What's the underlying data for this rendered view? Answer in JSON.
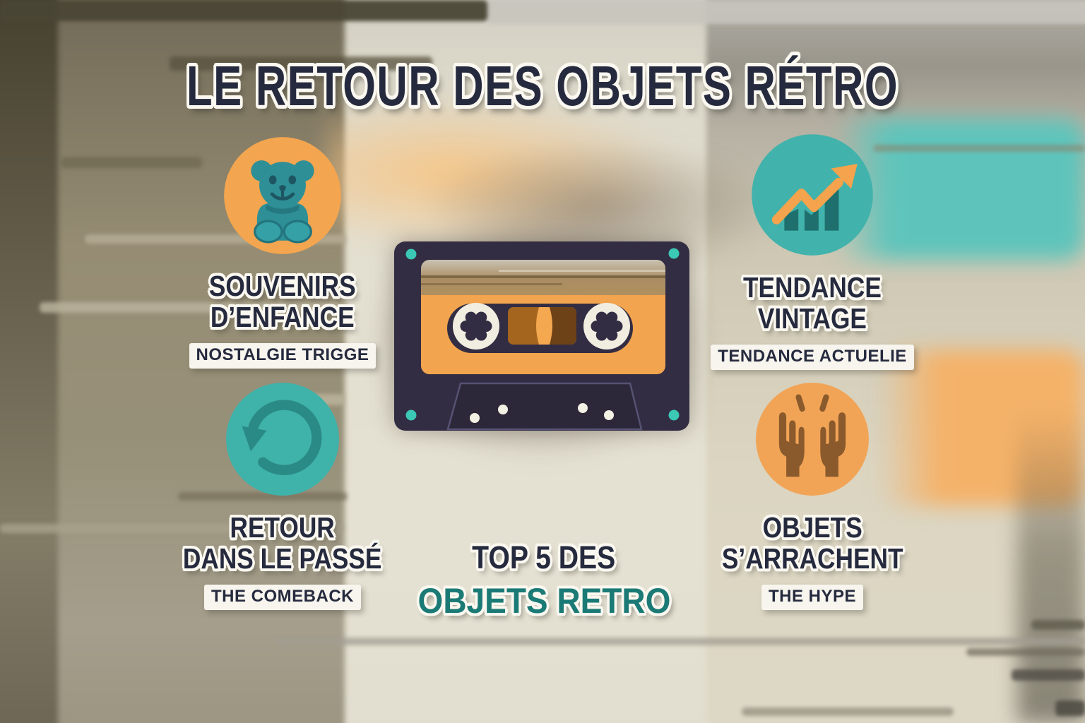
{
  "title": "LE RETOUR DES OBJETS RÉTRO",
  "center": {
    "illustration": "retro-cassette-tape"
  },
  "features": [
    {
      "id": "souvenirs",
      "icon": "teddy-bear-icon",
      "circle_color": "#F3A54F",
      "title_line1": "SOUVENIRS",
      "title_line2": "D’ENFANCE",
      "subtitle": "NOSTALGIE TRIGGE"
    },
    {
      "id": "tendance",
      "icon": "trend-chart-icon",
      "circle_color": "#41B3AC",
      "title_line1": "TENDANCE",
      "title_line2": "VINTAGE",
      "subtitle": "TENDANCE ACTUELIE"
    },
    {
      "id": "retour",
      "icon": "rotate-ccw-icon",
      "circle_color": "#3FB2AA",
      "title_line1": "RETOUR",
      "title_line2": "DANS LE PASSÉ",
      "subtitle": "THE COMEBACK"
    },
    {
      "id": "objets",
      "icon": "raised-hands-icon",
      "circle_color": "#F2A456",
      "title_line1": "OBJETS",
      "title_line2": "S’ARRACHENT",
      "subtitle": "THE HYPE"
    }
  ],
  "footer": {
    "kicker": "TOP 5 DES",
    "title": "OBJETS RETRO"
  },
  "colors": {
    "accent_orange": "#F3A74F",
    "accent_teal": "#41B3AC",
    "navy_text": "#262A3E",
    "teal_text": "#1B7A75",
    "cassette_body_navy": "#322D43",
    "cassette_label_orange": "#F3A44E",
    "cassette_screw_teal": "#3BC8B4",
    "icon_bear_teal": "#2E8F96",
    "icon_hands_brown": "#8A5A2C"
  }
}
